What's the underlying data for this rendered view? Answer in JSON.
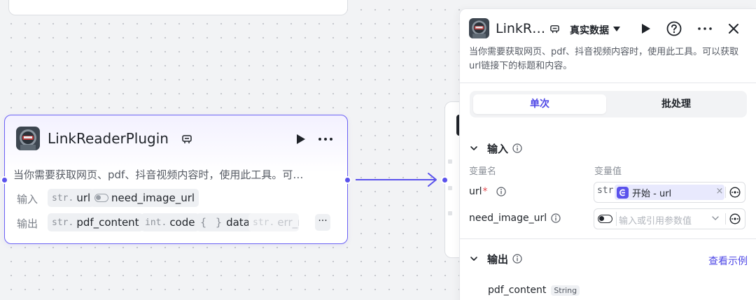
{
  "node": {
    "title": "LinkReaderPlugin",
    "description": "当你需要获取网页、pdf、抖音视频内容时，使用此工具。可…",
    "input_label": "输入",
    "output_label": "输出",
    "inputs": [
      {
        "type": "str.",
        "name": "url"
      },
      {
        "type": "",
        "name": "need_image_url"
      }
    ],
    "outputs": [
      {
        "type": "str.",
        "name": "pdf_content"
      },
      {
        "type": "int.",
        "name": "code"
      },
      {
        "type": "{ }",
        "name": "data"
      },
      {
        "type": "str.",
        "name": "err_n"
      }
    ],
    "overflow_label": "···"
  },
  "panel": {
    "title": "LinkR…",
    "data_source": "真实数据",
    "description": "当你需要获取网页、pdf、抖音视频内容时，使用此工具。可以获取url链接下的标题和内容。",
    "tabs": [
      "单次",
      "批处理"
    ],
    "active_tab": "单次",
    "input_section": {
      "title": "输入",
      "col_name": "变量名",
      "col_value": "变量值",
      "params": [
        {
          "name": "url",
          "required": "*",
          "type_tag": "str.",
          "ref_text": "开始 - url",
          "ref_clear": "×"
        },
        {
          "name": "need_image_url",
          "placeholder": "输入或引用参数值"
        }
      ]
    },
    "output_section": {
      "title": "输出",
      "example_link": "查看示例",
      "fields": [
        {
          "name": "pdf_content",
          "type": "String"
        }
      ]
    }
  },
  "colors": {
    "accent": "#5a52ec",
    "accent_text": "#4e47e6",
    "required": "#e5484d"
  },
  "icons": [
    "plugin-icon",
    "play-icon",
    "more-icon",
    "help-icon",
    "close-icon",
    "chevron-down-icon",
    "info-icon",
    "variable-icon",
    "toggle-icon",
    "arrow-right-icon"
  ]
}
